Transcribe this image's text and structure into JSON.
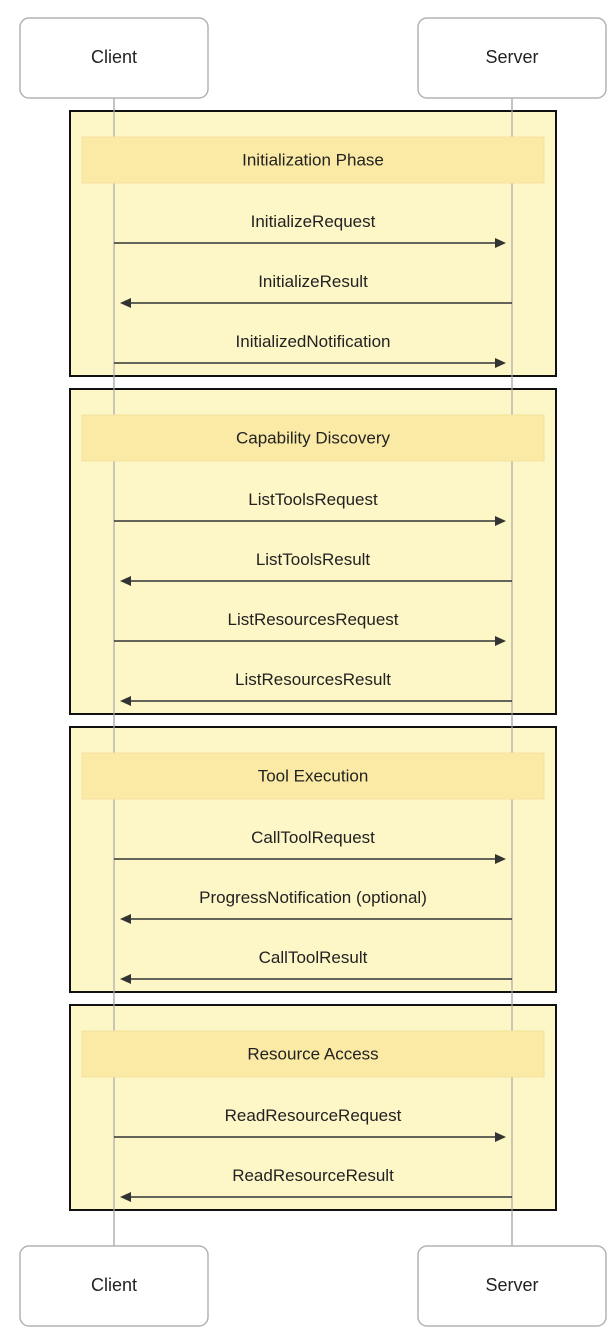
{
  "actors": {
    "client": "Client",
    "server": "Server"
  },
  "groups": [
    {
      "title": "Initialization Phase",
      "messages": [
        {
          "label": "InitializeRequest",
          "from": "client",
          "to": "server"
        },
        {
          "label": "InitializeResult",
          "from": "server",
          "to": "client"
        },
        {
          "label": "InitializedNotification",
          "from": "client",
          "to": "server"
        }
      ]
    },
    {
      "title": "Capability Discovery",
      "messages": [
        {
          "label": "ListToolsRequest",
          "from": "client",
          "to": "server"
        },
        {
          "label": "ListToolsResult",
          "from": "server",
          "to": "client"
        },
        {
          "label": "ListResourcesRequest",
          "from": "client",
          "to": "server"
        },
        {
          "label": "ListResourcesResult",
          "from": "server",
          "to": "client"
        }
      ]
    },
    {
      "title": "Tool Execution",
      "messages": [
        {
          "label": "CallToolRequest",
          "from": "client",
          "to": "server"
        },
        {
          "label": "ProgressNotification (optional)",
          "from": "server",
          "to": "client"
        },
        {
          "label": "CallToolResult",
          "from": "server",
          "to": "client"
        }
      ]
    },
    {
      "title": "Resource Access",
      "messages": [
        {
          "label": "ReadResourceRequest",
          "from": "client",
          "to": "server"
        },
        {
          "label": "ReadResourceResult",
          "from": "server",
          "to": "client"
        }
      ]
    }
  ],
  "colors": {
    "group_fill": "#fdf6c6",
    "group_title_fill": "#fbeaa5",
    "group_border": "#111111",
    "arrow": "#333333",
    "actor_border": "#b3b3b3",
    "lifeline": "#a9a9a9"
  }
}
